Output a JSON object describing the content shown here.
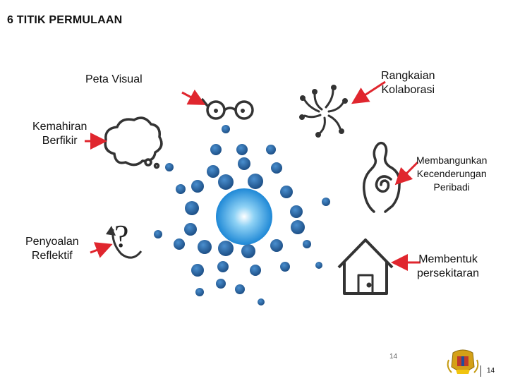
{
  "title": "6 TITIK PERMULAAN",
  "labels": {
    "peta_visual": "Peta Visual",
    "rangkaian_line1": "Rangkaian",
    "rangkaian_line2": "Kolaborasi",
    "kemahiran_line1": "Kemahiran",
    "kemahiran_line2": "Berfikir",
    "membangunkan_line1": "Membangunkan",
    "membangunkan_line2": "Kecenderungan",
    "membangunkan_line3": "Peribadi",
    "penyoalan_line1": "Penyoalan",
    "penyoalan_line2": "Reflektif",
    "membentuk_line1": "Membentuk",
    "membentuk_line2": "persekitaran"
  },
  "page_number": "14",
  "colors": {
    "arrow": "#e0262e",
    "dot_dark": "#1f4e79",
    "dot_mid": "#2e75b6",
    "center": "#3aa7e6",
    "icon": "#333333"
  }
}
